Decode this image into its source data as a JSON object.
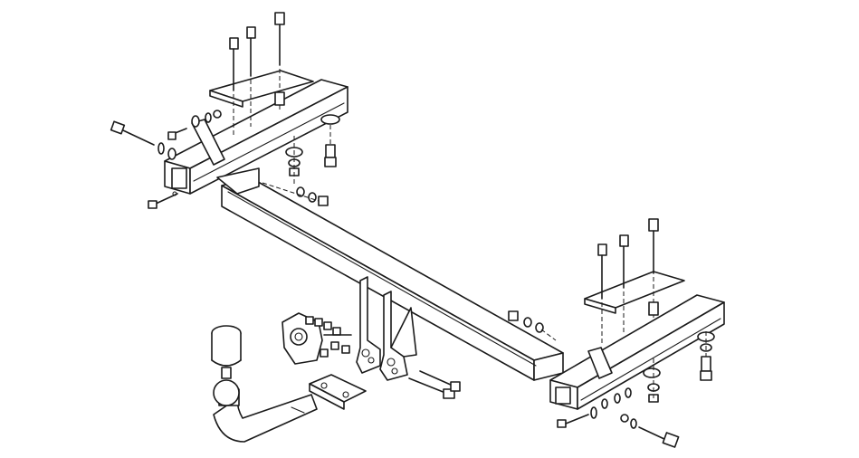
{
  "diagram": {
    "type": "exploded-assembly-drawing",
    "line_color": "#1a1a1a",
    "background": "#ffffff",
    "parts": [
      "main-crossbar",
      "left-side-bracket",
      "right-side-bracket",
      "left-clamp-plate",
      "right-clamp-plate",
      "tow-ball-neck",
      "tow-ball",
      "ball-mounting-plate",
      "socket-plate",
      "center-mounting-lugs",
      "bolts",
      "nuts",
      "washers"
    ]
  }
}
